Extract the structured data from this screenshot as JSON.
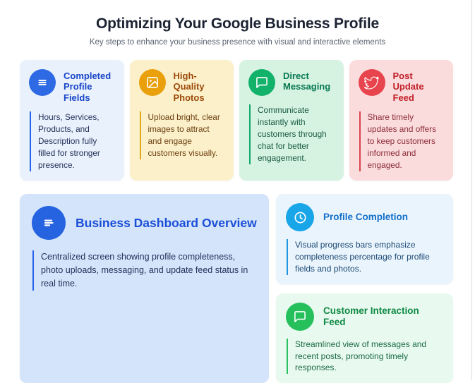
{
  "page": {
    "title": "Optimizing Your Google Business Profile",
    "subtitle": "Key steps to enhance your business presence with visual and interactive elements"
  },
  "top_cards": [
    {
      "title": "Completed Profile Fields",
      "body": "Hours, Services, Products, and Description fully filled for stronger presence.",
      "icon": "list-icon",
      "colors": {
        "bg": "#e9f1fc",
        "icon_bg": "#2d6ae3",
        "title": "#1745c9",
        "body": "#243259",
        "accent": "#2563eb"
      }
    },
    {
      "title": "High-Quality Photos",
      "body": "Upload bright, clear images to attract and engage customers visually.",
      "icon": "photo-icon",
      "colors": {
        "bg": "#fbf0c9",
        "icon_bg": "#e9a00a",
        "title": "#9c4a0a",
        "body": "#6e4013",
        "accent": "#e0a41f"
      }
    },
    {
      "title": "Direct Messaging",
      "body": "Communicate instantly with customers through chat for better engagement.",
      "icon": "chat-bubble-icon",
      "colors": {
        "bg": "#d6f2e1",
        "icon_bg": "#12b26b",
        "title": "#077a52",
        "body": "#1a5c44",
        "accent": "#10a96a"
      }
    },
    {
      "title": "Post Update Feed",
      "body": "Share timely updates and offers to keep customers informed and engaged.",
      "icon": "twitter-bird-icon",
      "colors": {
        "bg": "#fbdcdd",
        "icon_bg": "#e8444e",
        "title": "#c11f28",
        "body": "#8c2d38",
        "accent": "#d8444e"
      }
    }
  ],
  "main_card": {
    "title": "Business Dashboard Overview",
    "body": "Centralized screen showing profile completeness, photo uploads, messaging, and update feed status in real time.",
    "icon": "text-lines-icon",
    "colors": {
      "bg": "#d4e4fa",
      "icon_bg": "#2563e0",
      "title": "#1b4fd8",
      "body": "#22325c",
      "accent": "#2563eb"
    }
  },
  "side_cards": [
    {
      "title": "Profile Completion",
      "body": "Visual progress bars emphasize completeness percentage for profile fields and photos.",
      "icon": "clock-icon",
      "colors": {
        "bg": "#eaf4fd",
        "icon_bg": "#19a6e8",
        "title": "#1470c8",
        "body": "#1c4a73",
        "accent": "#2196dd"
      }
    },
    {
      "title": "Customer Interaction Feed",
      "body": "Streamlined view of messages and recent posts, promoting timely responses.",
      "icon": "chat-bubble-icon",
      "colors": {
        "bg": "#e8f9ef",
        "icon_bg": "#25c05b",
        "title": "#108a45",
        "body": "#1c6b45",
        "accent": "#28c061"
      }
    }
  ]
}
